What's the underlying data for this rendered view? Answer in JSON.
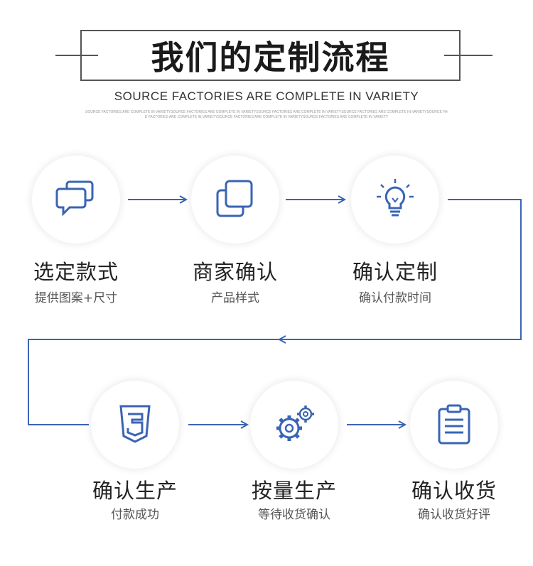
{
  "header": {
    "title": "我们的定制流程",
    "subtitle": "SOURCE FACTORIES ARE COMPLETE IN VARIETY",
    "fine_print_1": "SOURCE FACTORIES ARE COMPLETE IN VARIETYSOURCE FACTORIES ARE COMPLETE IN VARIETYSOURCE FACTORIES ARE COMPLETE IN VARIETYSOURCE FACTORIES ARE COMPLETE IN VARIETYSOURCE FACTORIES ARE COMPLETE IN VARIETYSOURC",
    "fine_print_2": "E FACTORIES ARE COMPLETE IN VARIETYSOURCE FACTORIES ARE COMPLETE IN VARIETYSOURCE FACTORIES ARE COMPLETE IN VARIETY"
  },
  "steps": [
    {
      "title": "选定款式",
      "subtitle": "提供图案+尺寸",
      "icon": "chat-bubbles-icon"
    },
    {
      "title": "商家确认",
      "subtitle": "产品样式",
      "icon": "overlapping-squares-icon"
    },
    {
      "title": "确认定制",
      "subtitle": "确认付款时间",
      "icon": "lightbulb-icon"
    },
    {
      "title": "确认生产",
      "subtitle": "付款成功",
      "icon": "shield-badge-icon"
    },
    {
      "title": "按量生产",
      "subtitle": "等待收货确认",
      "icon": "gears-icon"
    },
    {
      "title": "确认收货",
      "subtitle": "确认收货好评",
      "icon": "clipboard-icon"
    }
  ],
  "colors": {
    "accent": "#3a64b4",
    "text": "#222222",
    "subtext": "#555555"
  }
}
